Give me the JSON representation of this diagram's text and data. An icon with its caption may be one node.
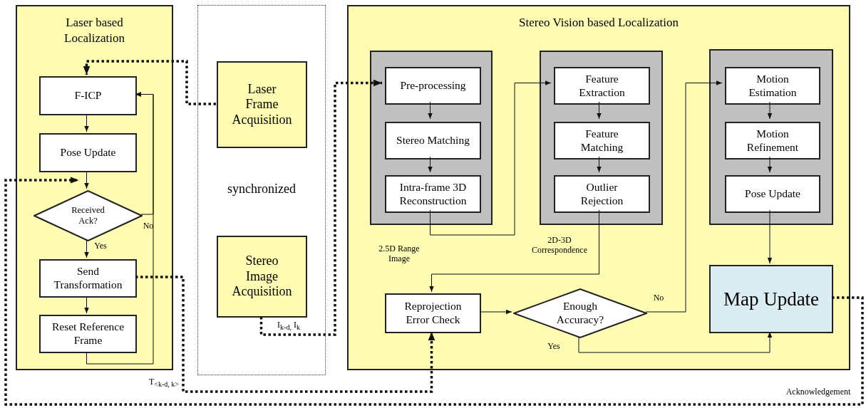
{
  "diagram": {
    "nodes": [
      {
        "text": [
          "Laser based Localization"
        ]
      },
      {
        "text": [
          "F-ICP"
        ],
        "in": 0
      },
      {
        "text": [
          "Pose Update"
        ],
        "in": 0
      },
      {
        "text": [
          "Received Ack?"
        ],
        "in": 0
      },
      {
        "text": [
          "Send Transformation"
        ],
        "in": 0
      },
      {
        "text": [
          "Reset Reference Frame"
        ],
        "in": 0
      },
      {
        "text": [
          "synchronized"
        ]
      },
      {
        "text": [
          "Laser Frame Acquisition"
        ],
        "in": 6
      },
      {
        "text": [
          "Stereo Image Acquisition"
        ],
        "in": 6
      },
      {
        "text": [
          "Stereo Vision based Localization"
        ]
      },
      {
        "text": [],
        "shape": "box",
        "in": 9
      },
      {
        "text": [
          "Pre-processing"
        ],
        "in": 10
      },
      {
        "text": [
          "Stereo Matching"
        ],
        "in": 10
      },
      {
        "text": [
          "Intra-frame 3D Reconstruction"
        ],
        "in": 10
      },
      {
        "text": [],
        "shape": "box",
        "in": 9
      },
      {
        "text": [
          "Feature Extraction"
        ],
        "in": 14
      },
      {
        "text": [
          "Feature Matching"
        ],
        "in": 14
      },
      {
        "text": [
          "Outlier Rejection"
        ],
        "in": 14
      },
      {
        "text": [],
        "shape": "box",
        "in": 9
      },
      {
        "text": [
          "Motion Estimation"
        ],
        "in": 18
      },
      {
        "text": [
          "Motion Refinement"
        ],
        "in": 18
      },
      {
        "text": [
          "Pose Update"
        ],
        "in": 18
      },
      {
        "text": [
          "Reprojection Error Check"
        ],
        "in": 9
      },
      {
        "text": [
          "Enough Accuracy?"
        ],
        "in": 9
      },
      {
        "text": [
          "Map Update"
        ],
        "in": 9
      }
    ],
    "edges": [
      {
        "from": 1,
        "to": 2,
        "arrow": "to"
      },
      {
        "from": 2,
        "to": 3,
        "arrow": "to"
      },
      {
        "from": 3,
        "to": 4,
        "arrow": "to",
        "label": "Yes"
      },
      {
        "from": 3,
        "to": 1,
        "arrow": "to",
        "label": "No"
      },
      {
        "from": 4,
        "to": 5,
        "arrow": "to"
      },
      {
        "from": 5,
        "to": 1,
        "arrow": "to"
      },
      {
        "from": 7,
        "to": 1,
        "arrow": "to",
        "style": "dashed"
      },
      {
        "from": 8,
        "to": 11,
        "arrow": "to",
        "style": "dashed",
        "label": "I$_{k-d,}$ I$_{k}$"
      },
      {
        "from": 4,
        "to": 22,
        "arrow": "to",
        "style": "dashed",
        "label": "T$_{<k-d, k>}$"
      },
      {
        "from": 24,
        "to": 3,
        "arrow": "to",
        "style": "dashed",
        "label": "Acknowledgement"
      },
      {
        "from": 11,
        "to": 12,
        "arrow": "to"
      },
      {
        "from": 12,
        "to": 13,
        "arrow": "to"
      },
      {
        "from": 13,
        "to": 15,
        "arrow": "to",
        "label": "2.5D Range Image"
      },
      {
        "from": 15,
        "to": 16,
        "arrow": "to"
      },
      {
        "from": 16,
        "to": 17,
        "arrow": "to"
      },
      {
        "from": 17,
        "to": 22,
        "arrow": "to",
        "label": "2D-3D Correspondence"
      },
      {
        "from": 22,
        "to": 23,
        "arrow": "to"
      },
      {
        "from": 23,
        "to": 19,
        "arrow": "to",
        "label": "No"
      },
      {
        "from": 23,
        "to": 24,
        "arrow": "to",
        "label": "Yes"
      },
      {
        "from": 19,
        "to": 20,
        "arrow": "to"
      },
      {
        "from": 20,
        "to": 21,
        "arrow": "to"
      },
      {
        "from": 21,
        "to": 24,
        "arrow": "to"
      }
    ]
  }
}
